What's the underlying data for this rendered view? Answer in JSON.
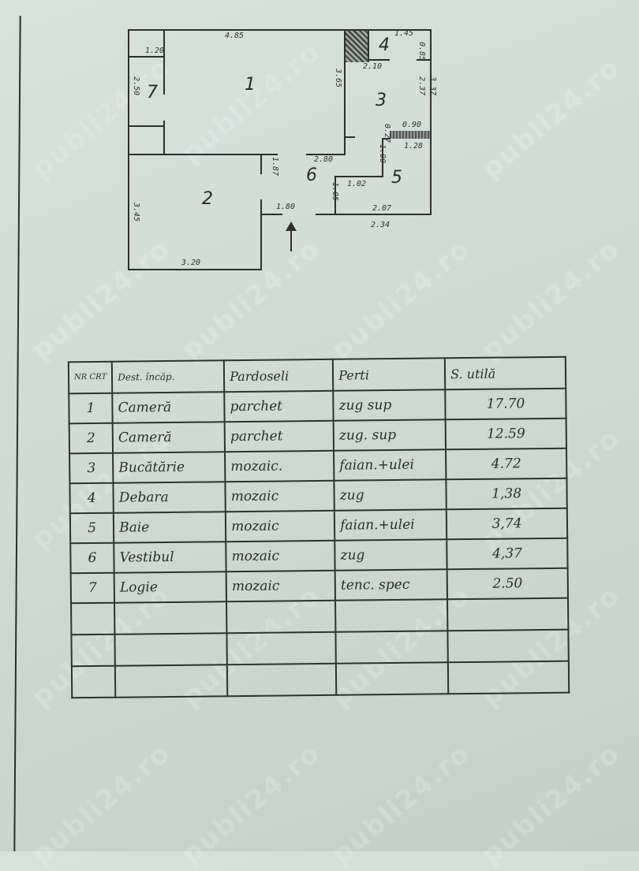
{
  "document": {
    "type": "floor-plan-with-area-table",
    "watermark": "publi24.ro"
  },
  "floor_plan": {
    "rooms": [
      {
        "number": "1",
        "label": "1"
      },
      {
        "number": "2",
        "label": "2"
      },
      {
        "number": "3",
        "label": "3"
      },
      {
        "number": "4",
        "label": "4"
      },
      {
        "number": "5",
        "label": "5"
      },
      {
        "number": "6",
        "label": "6"
      },
      {
        "number": "7",
        "label": "7"
      }
    ],
    "dimensions": {
      "room1_width": "4.85",
      "room1_height": "3.65",
      "room7_top": "1.20",
      "room7_height": "2.50",
      "room2_height": "3.45",
      "room2_width": "3.20",
      "room2_side": "1.87",
      "hall_entry": "1.80",
      "hall_width": "2.80",
      "hall_side": "1.05",
      "room4_width": "1.45",
      "room4_height": "0.85",
      "room3_width": "2.10",
      "room3_height": "2.37",
      "room3_total": "3.37",
      "bath_door": "0.90",
      "bath_small": "0.27",
      "bath_top": "1.28",
      "bath_side": "1.00",
      "bath_inner": "1.02",
      "bath_bottom": "2.07",
      "bath_outer": "2.34"
    }
  },
  "table": {
    "headers": {
      "nr": "NR CRT",
      "dest": "Dest. încăp.",
      "pardoseli": "Pardoseli",
      "pereti": "Perti",
      "suprafata": "S. utilă"
    },
    "rows": [
      {
        "nr": "1",
        "dest": "Cameră",
        "pardoseli": "parchet",
        "pereti": "zug sup",
        "suprafata": "17.70"
      },
      {
        "nr": "2",
        "dest": "Cameră",
        "pardoseli": "parchet",
        "pereti": "zug. sup",
        "suprafata": "12.59"
      },
      {
        "nr": "3",
        "dest": "Bucătărie",
        "pardoseli": "mozaic.",
        "pereti": "faian.+ulei",
        "suprafata": "4.72"
      },
      {
        "nr": "4",
        "dest": "Debara",
        "pardoseli": "mozaic",
        "pereti": "zug",
        "suprafata": "1,38"
      },
      {
        "nr": "5",
        "dest": "Baie",
        "pardoseli": "mozaic",
        "pereti": "faian.+ulei",
        "suprafata": "3,74"
      },
      {
        "nr": "6",
        "dest": "Vestibul",
        "pardoseli": "mozaic",
        "pereti": "zug",
        "suprafata": "4,37"
      },
      {
        "nr": "7",
        "dest": "Logie",
        "pardoseli": "mozaic",
        "pereti": "tenc. spec",
        "suprafata": "2.50"
      }
    ],
    "empty_rows": 3
  }
}
